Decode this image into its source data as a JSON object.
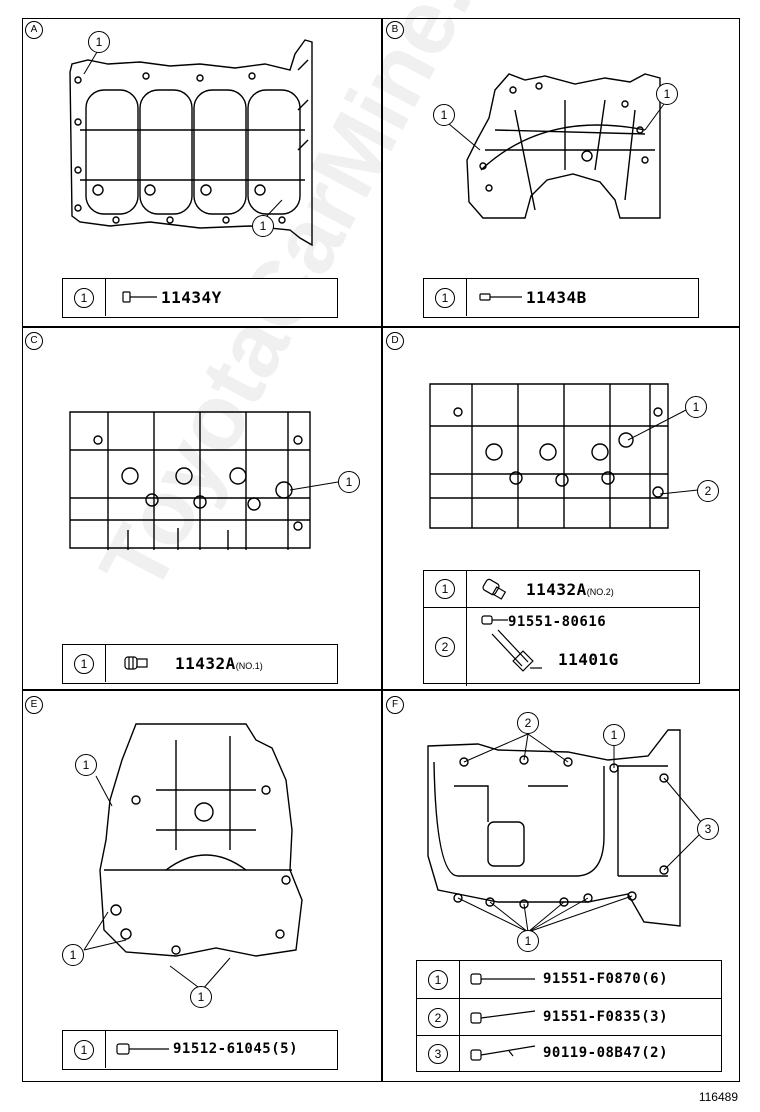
{
  "panels": [
    {
      "id": "A",
      "legend": [
        {
          "index": "1",
          "part": "11434Y",
          "note": ""
        }
      ],
      "callouts": [
        "1",
        "1"
      ]
    },
    {
      "id": "B",
      "legend": [
        {
          "index": "1",
          "part": "11434B",
          "note": ""
        }
      ],
      "callouts": [
        "1",
        "1"
      ]
    },
    {
      "id": "C",
      "legend": [
        {
          "index": "1",
          "part": "11432A",
          "note": "(NO.1)"
        }
      ],
      "callouts": [
        "1"
      ]
    },
    {
      "id": "D",
      "legend": [
        {
          "index": "1",
          "part": "11432A",
          "note": "(NO.2)"
        },
        {
          "index": "2",
          "part": "91551-80616",
          "part2": "11401G",
          "note": ""
        }
      ],
      "callouts": [
        "1",
        "2"
      ]
    },
    {
      "id": "E",
      "legend": [
        {
          "index": "1",
          "part": "91512-61045(5)",
          "note": ""
        }
      ],
      "callouts": [
        "1",
        "1",
        "1"
      ]
    },
    {
      "id": "F",
      "legend": [
        {
          "index": "1",
          "part": "91551-F0870(6)",
          "note": ""
        },
        {
          "index": "2",
          "part": "91551-F0835(3)",
          "note": ""
        },
        {
          "index": "3",
          "part": "90119-08B47(2)",
          "note": ""
        }
      ],
      "callouts": [
        "2",
        "1",
        "3",
        "1"
      ]
    }
  ],
  "figure_number": "116489",
  "watermark": "ToyotaCarMine.ru"
}
